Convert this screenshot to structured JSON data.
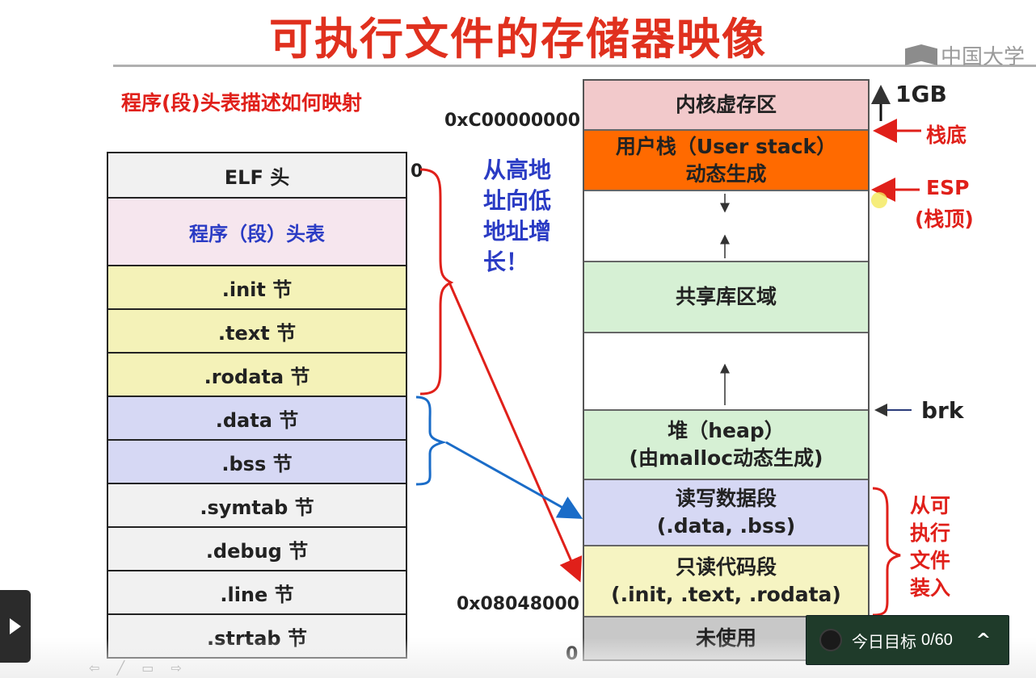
{
  "title": "可执行文件的存储器映像",
  "logo_text": "中国大学",
  "subtitle": "程序(段)头表描述如何映射",
  "note_grow": [
    "从高地",
    "址向低",
    "地址增",
    "长！"
  ],
  "elf_rows": [
    {
      "label": "ELF 头",
      "color": "#f1f1f1",
      "text_color": "#222222"
    },
    {
      "label": "程序（段）头表",
      "color": "#f6e6ee",
      "text_color": "#2a3bc4"
    },
    {
      "label": ".init 节",
      "color": "#f4f2b8",
      "text_color": "#222222"
    },
    {
      "label": ".text 节",
      "color": "#f4f2b8",
      "text_color": "#222222"
    },
    {
      "label": ".rodata 节",
      "color": "#f4f2b8",
      "text_color": "#222222"
    },
    {
      "label": ".data 节",
      "color": "#d6d8f4",
      "text_color": "#222222"
    },
    {
      "label": ".bss 节",
      "color": "#d6d8f4",
      "text_color": "#222222"
    },
    {
      "label": ".symtab 节",
      "color": "#f1f1f1",
      "text_color": "#222222"
    },
    {
      "label": ".debug 节",
      "color": "#f1f1f1",
      "text_color": "#222222"
    },
    {
      "label": ".line 节",
      "color": "#f1f1f1",
      "text_color": "#222222"
    },
    {
      "label": ".strtab 节",
      "color": "#f1f1f1",
      "text_color": "#222222"
    }
  ],
  "elf_zero": "0",
  "mem_rows": [
    {
      "lines": [
        "内核虚存区"
      ],
      "color": "#f2c9cb"
    },
    {
      "lines": [
        "用户栈（User stack）",
        "动态生成"
      ],
      "color": "#ff6a00"
    },
    {
      "lines": [],
      "color": "#ffffff"
    },
    {
      "lines": [
        "共享库区域"
      ],
      "color": "#d6f0d4"
    },
    {
      "lines": [],
      "color": "#ffffff"
    },
    {
      "lines": [
        "堆（heap）",
        "(由malloc动态生成)"
      ],
      "color": "#d6f0d4"
    },
    {
      "lines": [
        "读写数据段",
        "(.data, .bss)"
      ],
      "color": "#d6d8f4"
    },
    {
      "lines": [
        "只读代码段",
        "(.init, .text, .rodata)"
      ],
      "color": "#f6f4c2"
    },
    {
      "lines": [
        "未使用"
      ],
      "color": "#c8c8c8"
    }
  ],
  "addresses": {
    "kernel": "0xC00000000",
    "text_start": "0x08048000",
    "zero": "0"
  },
  "right_labels": {
    "gb": "1GB",
    "stack_bottom": "栈底",
    "esp": "ESP",
    "esp_sub": "(栈顶)",
    "brk": "brk",
    "loaded_from_exec": [
      "从可",
      "执行",
      "文件",
      "装入"
    ]
  },
  "colors": {
    "title": "#e0301e",
    "red": "#e0201a",
    "blue_arrow": "#1a6cc8",
    "red_arrow": "#e0201a"
  },
  "goal_widget": {
    "label": "今日目标",
    "count": "0/60",
    "chevron": "^"
  }
}
